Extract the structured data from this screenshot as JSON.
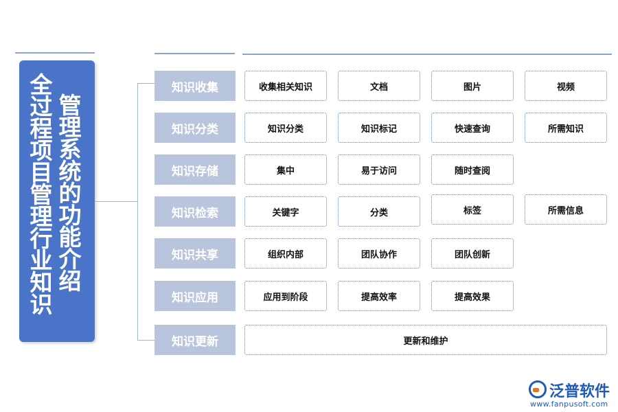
{
  "title": {
    "line1": "全过程项目管理行业知识",
    "line2": "管理系统的功能介绍"
  },
  "rows": [
    {
      "category": "知识收集",
      "items": [
        "收集相关知识",
        "文档",
        "图片",
        "视频"
      ]
    },
    {
      "category": "知识分类",
      "items": [
        "知识分类",
        "知识标记",
        "快速查询",
        "所需知识"
      ]
    },
    {
      "category": "知识存储",
      "items": [
        "集中",
        "易于访问",
        "随时查阅"
      ]
    },
    {
      "category": "知识检索",
      "items": [
        "关键字",
        "分类",
        "标签",
        "所需信息"
      ]
    },
    {
      "category": "知识共享",
      "items": [
        "组织内部",
        "团队协作",
        "团队创新"
      ]
    },
    {
      "category": "知识应用",
      "items": [
        "应用到阶段",
        "提高效率",
        "提高效果"
      ]
    },
    {
      "category": "知识更新",
      "items": [
        "更新和维护"
      ]
    }
  ],
  "logo": {
    "name": "泛普软件",
    "url": "www.fanpusoft.com"
  },
  "colors": {
    "title_bg": "#4a74c7",
    "category_bg": "#b9c5dc",
    "item_border": "#5b7fc8",
    "logo": "#1e5bb8"
  }
}
